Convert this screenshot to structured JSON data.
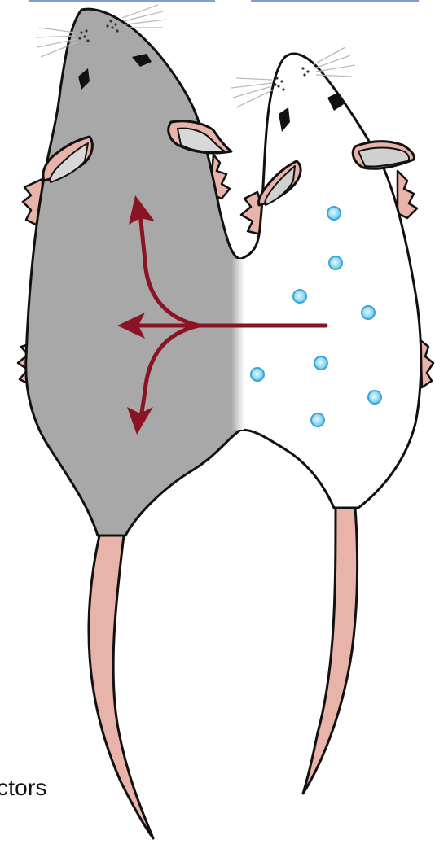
{
  "caption": {
    "text": "ctors"
  },
  "colors": {
    "mouse_grey": "#a8a8a8",
    "mouse_white": "#ffffff",
    "outline": "#111111",
    "skin": "#e8b3a8",
    "arrow": "#8a1424",
    "factor_dot": "#7fd0ec",
    "top_bar": "#7f9fcf"
  },
  "figure": {
    "left_mouse": "grey-mouse",
    "right_mouse": "white-mouse",
    "factor_count": 8,
    "arrow_heads": 3
  }
}
